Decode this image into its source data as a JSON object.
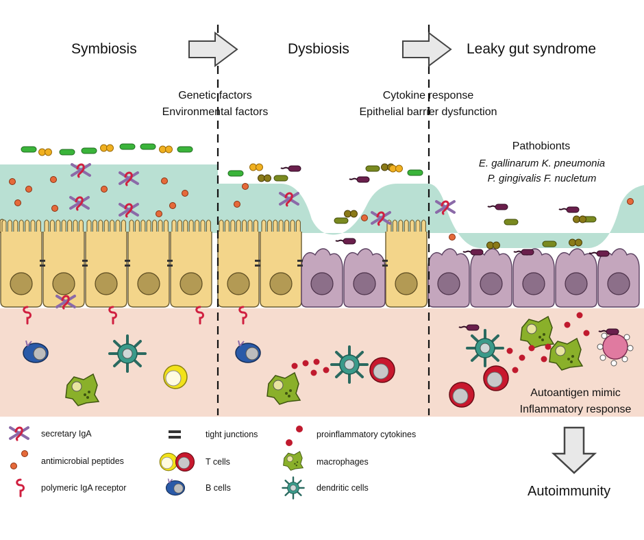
{
  "stages": {
    "symbiosis": "Symbiosis",
    "dysbiosis": "Dysbiosis",
    "leaky_gut": "Leaky gut syndrome"
  },
  "factors": {
    "left": [
      "Genetic factors",
      "Environmental factors"
    ],
    "right": [
      "Cytokine response",
      "Epithelial barrier dysfunction"
    ]
  },
  "pathobionts": {
    "heading": "Pathobionts",
    "line1": "E. gallinarum K. pneumonia",
    "line2": "P. gingivalis F. nucletum"
  },
  "outcome": {
    "line1": "Autoantigen mimic",
    "line2": "Inflammatory response"
  },
  "result": "Autoimmunity",
  "legend": {
    "secretory_iga": "secretary IgA",
    "antimicrobial_peptides": "antimicrobial peptides",
    "polymeric_iga_receptor": "polymeric IgA receptor",
    "tight_junctions": "tight junctions",
    "t_cells": "T cells",
    "b_cells": "B cells",
    "proinflammatory_cytokines": "proinflammatory cytokines",
    "macrophages": "macrophages",
    "dendritic_cells": "dendritic cells"
  },
  "colors": {
    "mucus": "#b9e0d3",
    "lamina_propria": "#f6dccf",
    "healthy_cell": "#f3d58a",
    "damaged_cell": "#c4a6bd",
    "nucleus_healthy": "#b39a54",
    "nucleus_damaged": "#8c6f89",
    "commensal_bacteria": "#3ab43a",
    "commensal_cocci": "#f0b020",
    "pathobiont_rod": "#6a1f4c",
    "pathobiont_olive": "#7a8a20",
    "iga": "#8b6aa8",
    "iga_receptor": "#d02040",
    "antimicrobial_peptide": "#e56a3a",
    "cytokine": "#c01a2e",
    "b_cell": "#2a5aa8",
    "t_cell_yellow": "#f2e21a",
    "t_cell_red": "#c8182e",
    "macrophage": "#8ab02a",
    "dendritic_cell": "#3a9a8a"
  }
}
